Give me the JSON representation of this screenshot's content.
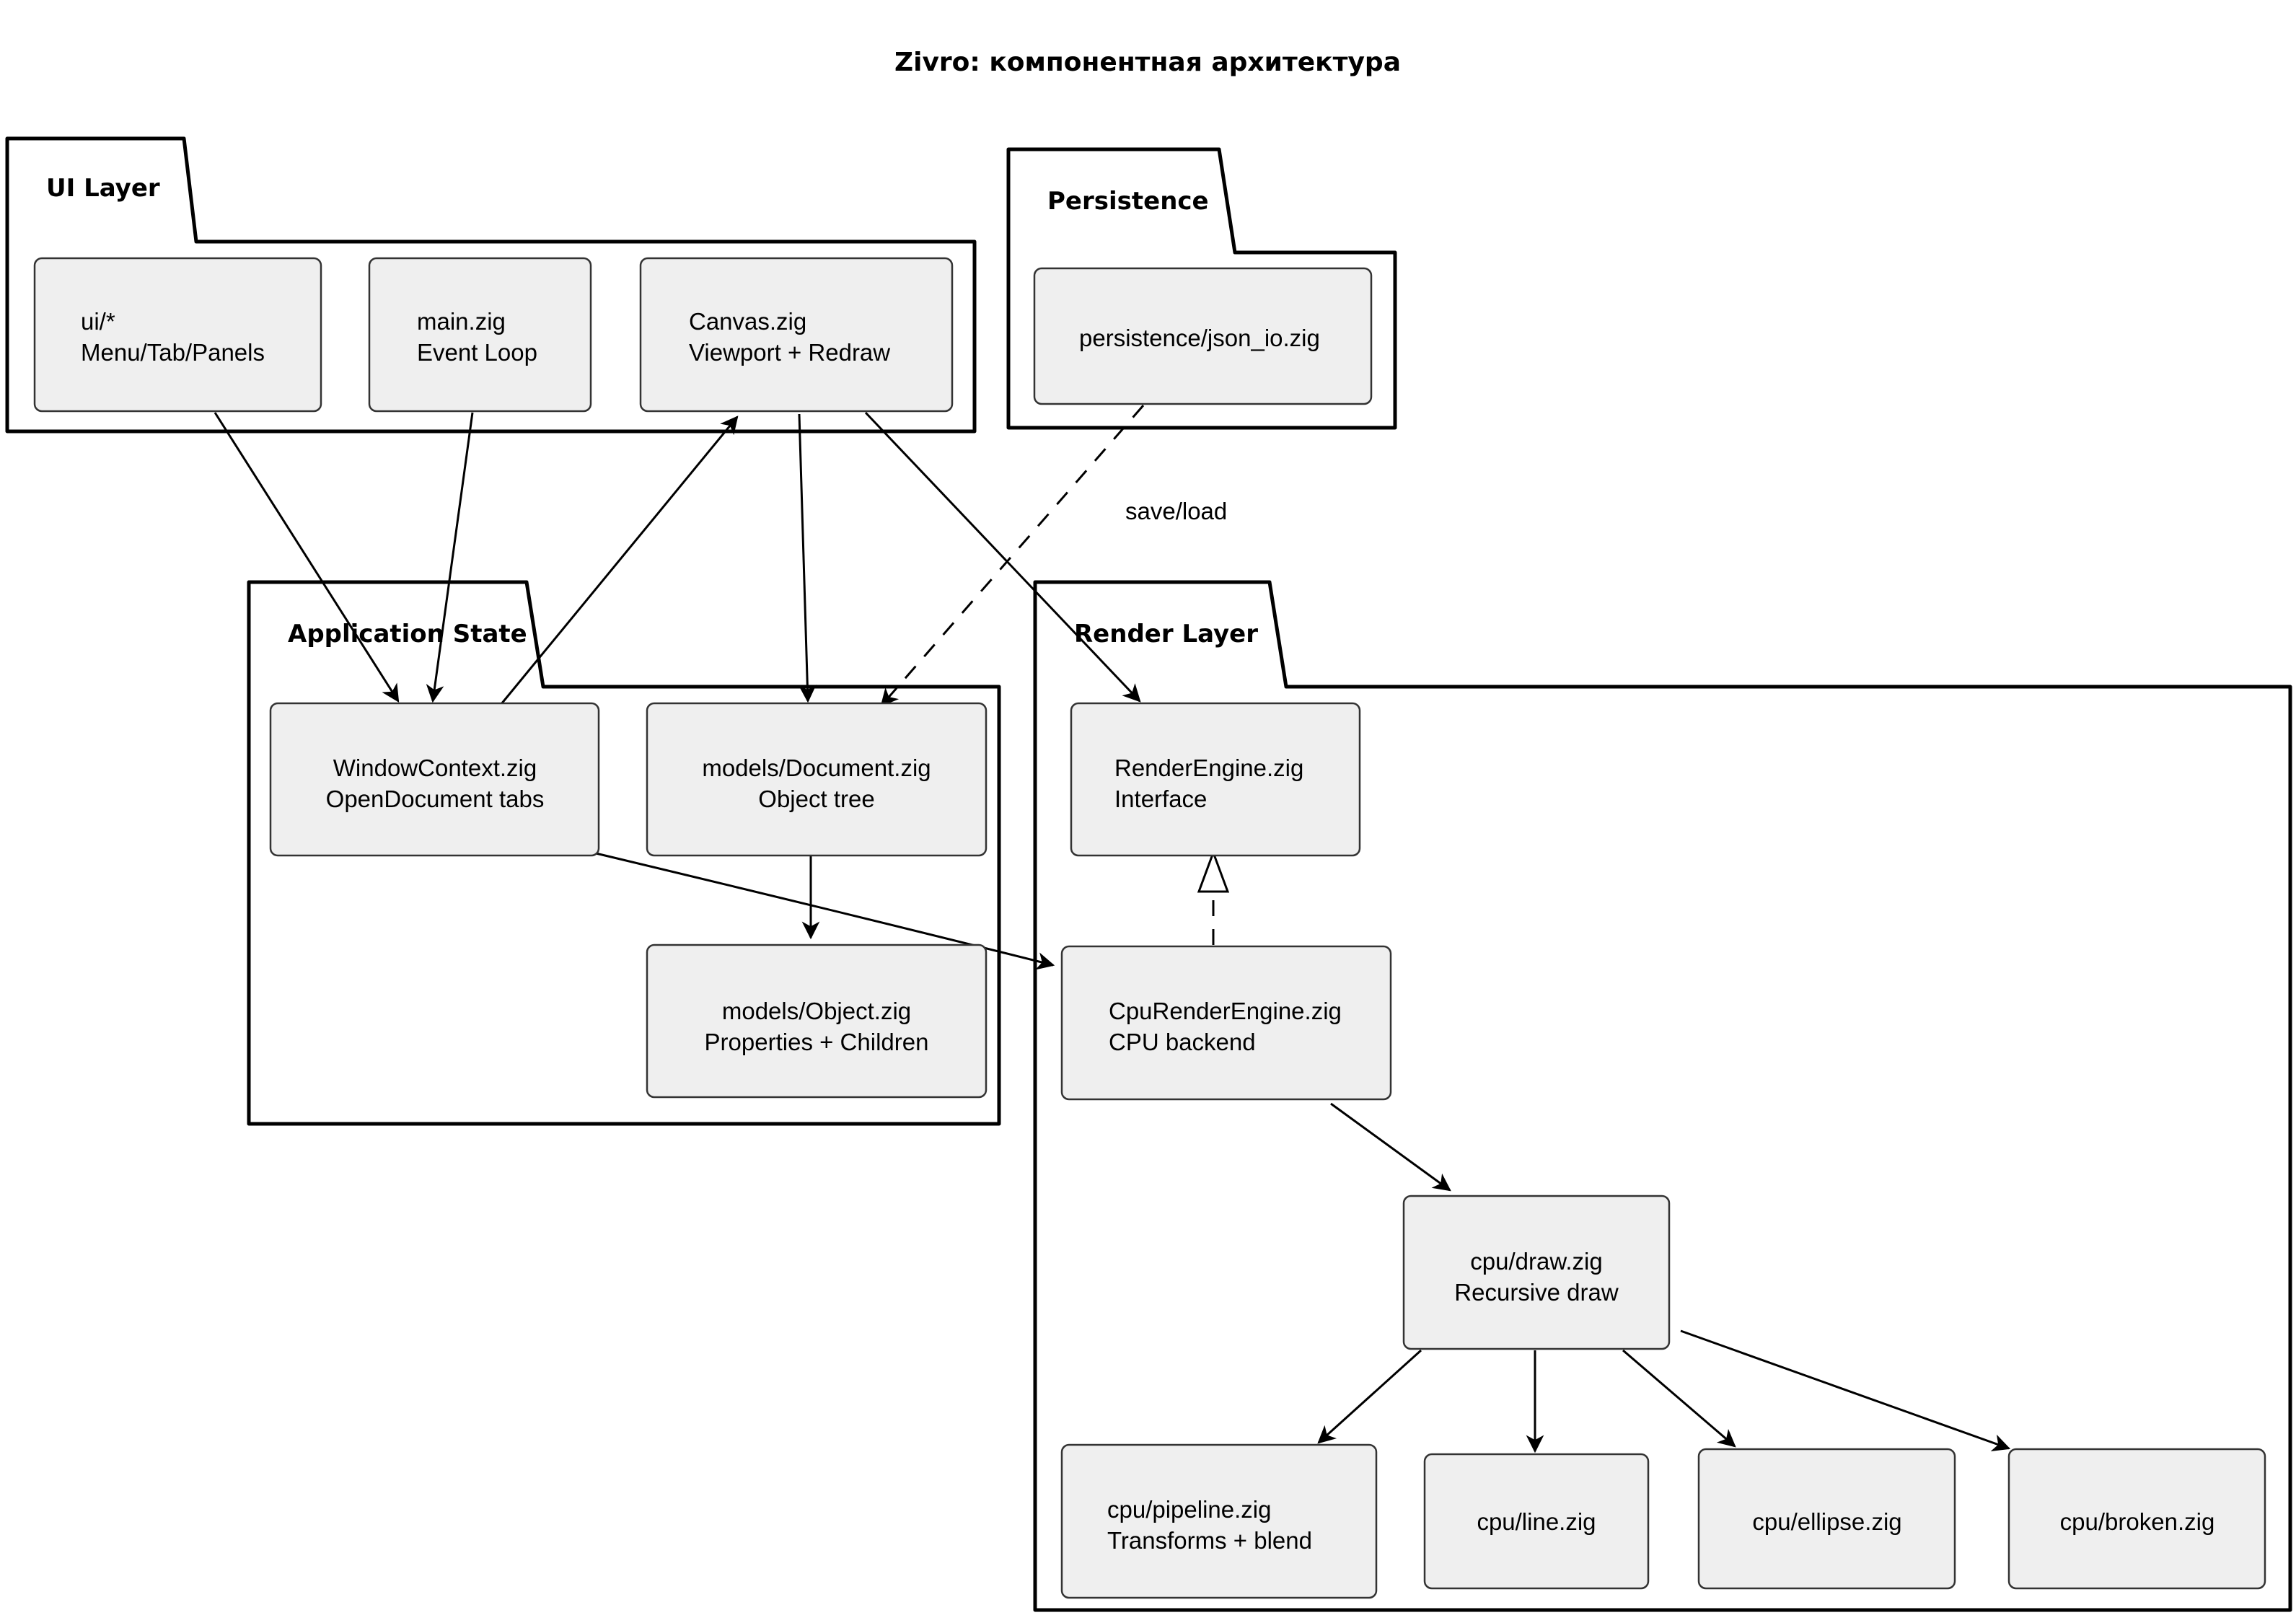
{
  "title": "Zivro: компонентная архитектура",
  "colors": {
    "node_fill": "#efefef",
    "node_stroke": "#333333",
    "package_stroke": "#000000",
    "background": "#ffffff",
    "edge": "#000000"
  },
  "packages": [
    {
      "id": "ui-layer",
      "label": "UI Layer"
    },
    {
      "id": "persistence",
      "label": "Persistence"
    },
    {
      "id": "application-state",
      "label": "Application State"
    },
    {
      "id": "render-layer",
      "label": "Render Layer"
    }
  ],
  "nodes": [
    {
      "id": "ui-star",
      "line1": "ui/*",
      "line2": "Menu/Tab/Panels"
    },
    {
      "id": "main-zig",
      "line1": "main.zig",
      "line2": "Event Loop"
    },
    {
      "id": "canvas-zig",
      "line1": "Canvas.zig",
      "line2": "Viewport + Redraw"
    },
    {
      "id": "json-io",
      "line1": "persistence/json_io.zig",
      "line2": ""
    },
    {
      "id": "window-context",
      "line1": "WindowContext.zig",
      "line2": "OpenDocument tabs"
    },
    {
      "id": "document",
      "line1": "models/Document.zig",
      "line2": "Object tree"
    },
    {
      "id": "object",
      "line1": "models/Object.zig",
      "line2": "Properties + Children"
    },
    {
      "id": "render-engine",
      "line1": "RenderEngine.zig",
      "line2": "Interface"
    },
    {
      "id": "cpu-render-engine",
      "line1": "CpuRenderEngine.zig",
      "line2": "CPU backend"
    },
    {
      "id": "cpu-draw",
      "line1": "cpu/draw.zig",
      "line2": "Recursive draw"
    },
    {
      "id": "cpu-pipeline",
      "line1": "cpu/pipeline.zig",
      "line2": "Transforms + blend"
    },
    {
      "id": "cpu-line",
      "line1": "cpu/line.zig",
      "line2": ""
    },
    {
      "id": "cpu-ellipse",
      "line1": "cpu/ellipse.zig",
      "line2": ""
    },
    {
      "id": "cpu-broken",
      "line1": "cpu/broken.zig",
      "line2": ""
    }
  ],
  "edges": [
    {
      "id": "ui-star-to-window-context",
      "from": "ui-star",
      "to": "window-context",
      "style": "solid",
      "arrow": "filled",
      "label": ""
    },
    {
      "id": "main-to-window-context",
      "from": "main-zig",
      "to": "window-context",
      "style": "solid",
      "arrow": "filled",
      "label": ""
    },
    {
      "id": "window-context-to-canvas",
      "from": "window-context",
      "to": "canvas-zig",
      "style": "solid",
      "arrow": "filled",
      "label": ""
    },
    {
      "id": "canvas-to-document",
      "from": "canvas-zig",
      "to": "document",
      "style": "solid",
      "arrow": "filled",
      "label": ""
    },
    {
      "id": "canvas-to-render-engine",
      "from": "canvas-zig",
      "to": "render-engine",
      "style": "solid",
      "arrow": "filled",
      "label": ""
    },
    {
      "id": "json-io-to-document",
      "from": "json-io",
      "to": "document",
      "style": "dashed",
      "arrow": "filled",
      "label": "save/load"
    },
    {
      "id": "document-to-object",
      "from": "document",
      "to": "object",
      "style": "solid",
      "arrow": "filled",
      "label": ""
    },
    {
      "id": "window-context-to-cpu-engine",
      "from": "window-context",
      "to": "cpu-render-engine",
      "style": "solid",
      "arrow": "filled",
      "label": ""
    },
    {
      "id": "cpu-engine-realizes-render-engine",
      "from": "cpu-render-engine",
      "to": "render-engine",
      "style": "dashed",
      "arrow": "hollow-triangle",
      "label": ""
    },
    {
      "id": "cpu-engine-to-cpu-draw",
      "from": "cpu-render-engine",
      "to": "cpu-draw",
      "style": "solid",
      "arrow": "filled",
      "label": ""
    },
    {
      "id": "cpu-draw-to-pipeline",
      "from": "cpu-draw",
      "to": "cpu-pipeline",
      "style": "solid",
      "arrow": "filled",
      "label": ""
    },
    {
      "id": "cpu-draw-to-line",
      "from": "cpu-draw",
      "to": "cpu-line",
      "style": "solid",
      "arrow": "filled",
      "label": ""
    },
    {
      "id": "cpu-draw-to-ellipse",
      "from": "cpu-draw",
      "to": "cpu-ellipse",
      "style": "solid",
      "arrow": "filled",
      "label": ""
    },
    {
      "id": "cpu-draw-to-broken",
      "from": "cpu-draw",
      "to": "cpu-broken",
      "style": "solid",
      "arrow": "filled",
      "label": ""
    }
  ],
  "edge_labels": {
    "save_load": "save/load"
  }
}
